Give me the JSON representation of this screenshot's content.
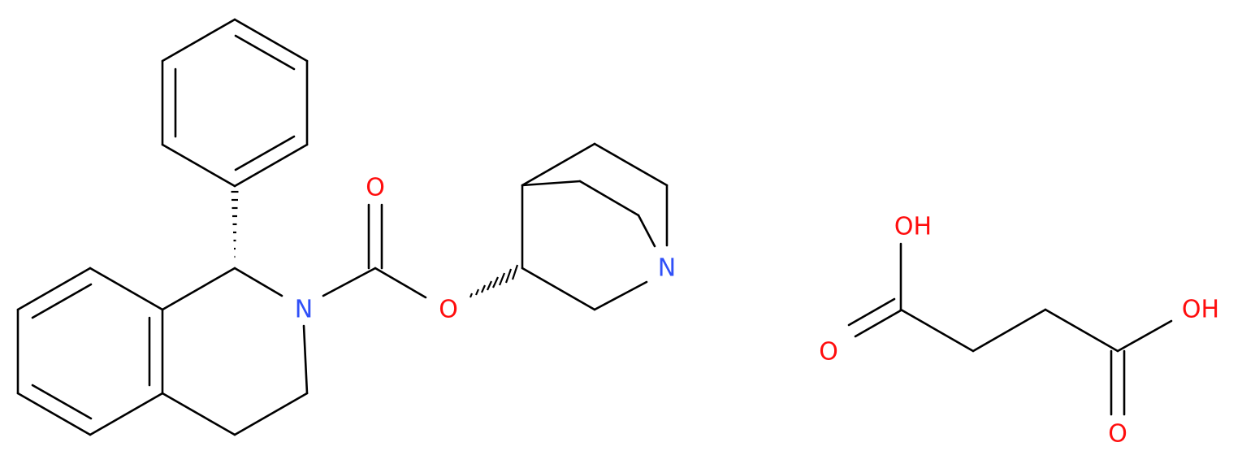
{
  "colors": {
    "bond": "#000000",
    "oxygen": "#ff0d0d",
    "nitrogen": "#3050f8",
    "background": "#ffffff"
  },
  "atoms": {
    "ester_carbonyl_O": "O",
    "ester_O": "O",
    "ring_N": "N",
    "quinuclidine_N": "N",
    "acid1_OH": "OH",
    "acid1_O": "O",
    "acid2_OH": "OH",
    "acid2_O": "O"
  }
}
